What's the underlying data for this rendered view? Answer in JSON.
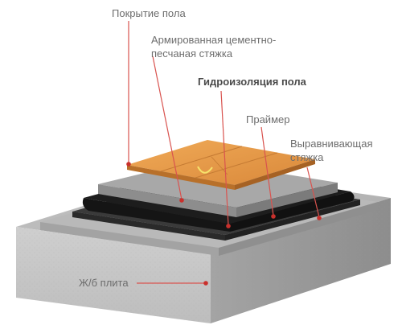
{
  "labels": {
    "floor_covering": "Покрытие пола",
    "reinforced_screed_line1": "Армированная цементно-",
    "reinforced_screed_line2": "песчаная стяжка",
    "waterproofing": "Гидроизоляция пола",
    "primer": "Праймер",
    "leveling_line1": "Выравнивающая",
    "leveling_line2": "стяжка",
    "slab": "Ж/б плита"
  },
  "colors": {
    "leader_line": "#d9534f",
    "dot": "#c9302c",
    "slab": "#b3b3b3",
    "leveling": "#a6a6a6",
    "primer": "#2b2b2b",
    "waterproofing": "#1a1a1a",
    "screed": "#9e9e9e",
    "wood": "#e39a4a"
  },
  "icons": {
    "slab": "concrete-slab-icon",
    "wood": "wood-floor-icon"
  }
}
